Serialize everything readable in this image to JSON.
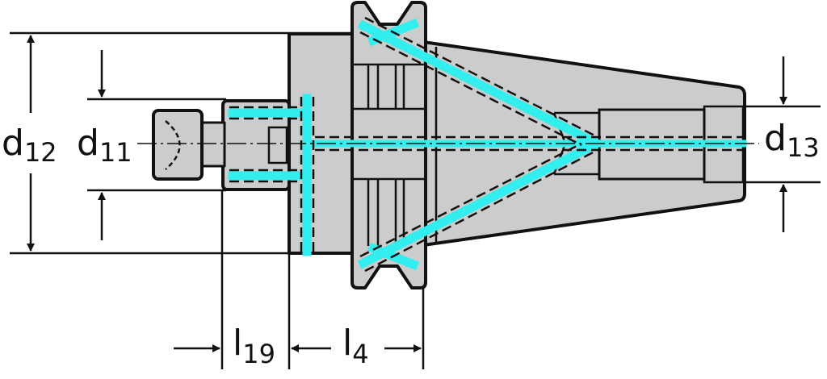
{
  "title": "Adapter cross-section with coolant channels",
  "colors": {
    "body": "#cccccc",
    "outline": "#111111",
    "coolant": "#33eeee"
  },
  "dimensions": {
    "d12": {
      "main": "d",
      "sub": "12"
    },
    "d11": {
      "main": "d",
      "sub": "11"
    },
    "d13": {
      "main": "d",
      "sub": "13"
    },
    "l19": {
      "main": "l",
      "sub": "19"
    },
    "l4": {
      "main": "l",
      "sub": "4"
    }
  }
}
